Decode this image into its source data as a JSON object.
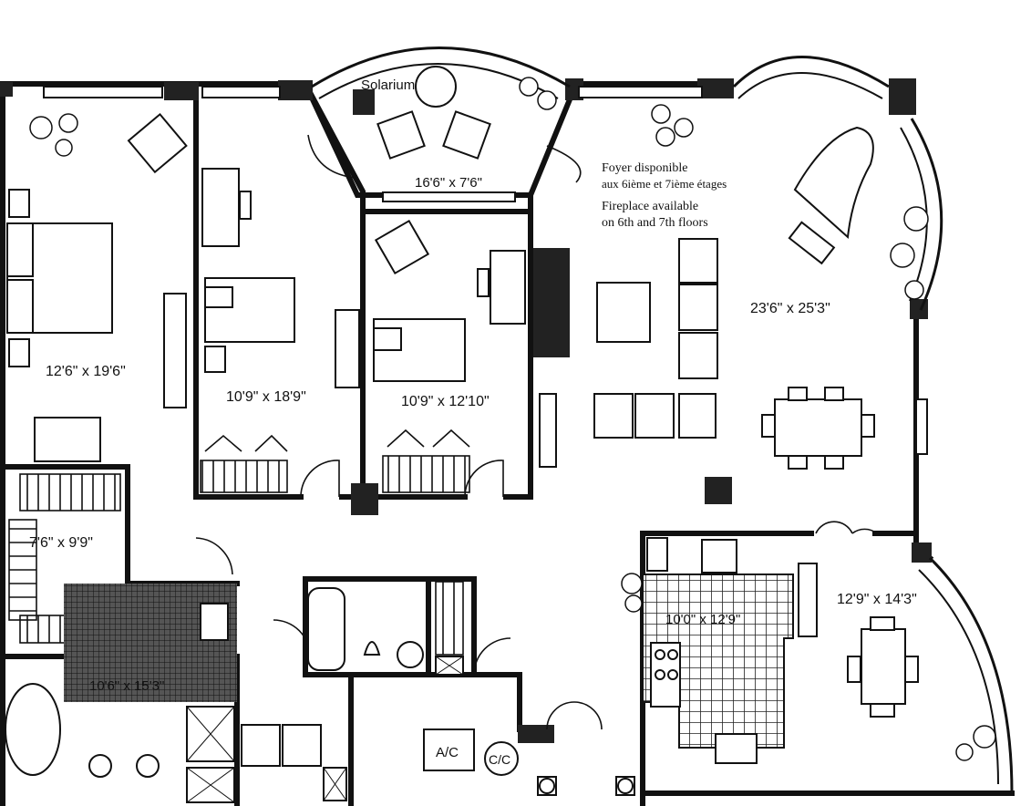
{
  "rooms": {
    "solarium": {
      "name": "Solarium",
      "dims": "16'6\" x 7'6\""
    },
    "master_bedroom": {
      "dims": "12'6\" x 19'6\""
    },
    "bedroom_2": {
      "dims": "10'9\" x 18'9\""
    },
    "bedroom_3": {
      "dims": "10'9\" x 12'10\""
    },
    "living": {
      "dims": "23'6\" x 25'3\""
    },
    "walk_in_closet": {
      "dims": "7'6\" x 9'9\""
    },
    "master_bath": {
      "dims": "10'6\" x 15'3\""
    },
    "kitchen": {
      "dims": "10'0\" x 12'9\""
    },
    "dining_nook": {
      "dims": "12'9\" x 14'3\""
    }
  },
  "notes": {
    "fr_line1": "Foyer disponible",
    "fr_line2": "aux 6ième et 7ième étages",
    "en_line1": "Fireplace available",
    "en_line2": "on 6th and 7th floors"
  },
  "utility": {
    "ac": "A/C",
    "cc": "C/C"
  },
  "colors": {
    "ink": "#111111",
    "paper": "#ffffff",
    "tile": "#444444"
  }
}
